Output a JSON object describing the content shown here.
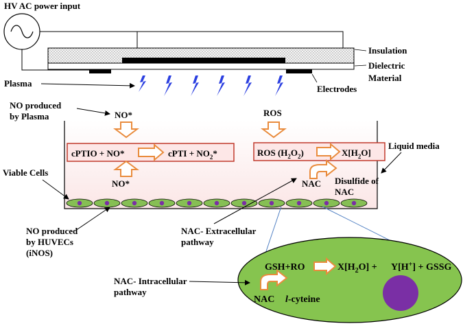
{
  "labels": {
    "power": "HV AC power input",
    "insulation": "Insulation",
    "dielectric_1": "Dielectric",
    "dielectric_2": "Material",
    "plasma": "Plasma",
    "electrodes": "Electrodes",
    "no_plasma_1": "NO produced",
    "no_plasma_2": "by Plasma",
    "no_star_top": "NO*",
    "ros_top": "ROS",
    "liquid": "Liquid media",
    "viable": "Viable Cells",
    "no_star_bottom": "NO*",
    "nac": "NAC",
    "disulfide_1": "Disulfide of",
    "disulfide_2": "NAC",
    "no_huvec_1": "NO produced",
    "no_huvec_2": "by HUVECs",
    "no_huvec_3": "(iNOS)",
    "extracellular_1": "NAC- Extracellular",
    "extracellular_2": "pathway",
    "intracellular_1": "NAC- Intracellular",
    "intracellular_2": "pathway"
  },
  "reactions": {
    "cptio_left": "cPTIO + NO*",
    "cptio_right": "cPTI  +  NO",
    "cptio_sub": "2",
    "cptio_star": "*",
    "ros_left": "ROS (H",
    "ros_sub1": "2",
    "ros_mid": "O",
    "ros_sub2": "2",
    "ros_close": ")",
    "ros_right": "X[H",
    "ros_right_sub": "2",
    "ros_right_end": "O]"
  },
  "intracell": {
    "left": "GSH+RO",
    "mid": "X[H",
    "mid_sub": "2",
    "mid_end": "O] + ",
    "right": "Y[H",
    "right_sup": "+",
    "right_end": "] + GSSG",
    "nac": "NAC",
    "cysteine_l": "l",
    "cysteine": "-cyteine"
  },
  "colors": {
    "plasma": "#2b3fe0",
    "orange": "#e98b3c",
    "cell_fill": "#86bf54",
    "nucleus": "#7a2fa5",
    "box_border": "#c0392b",
    "box_fill": "#fbe3e3",
    "big_cell_fill": "#86c44f",
    "zoom_line": "#4f7fc2"
  }
}
